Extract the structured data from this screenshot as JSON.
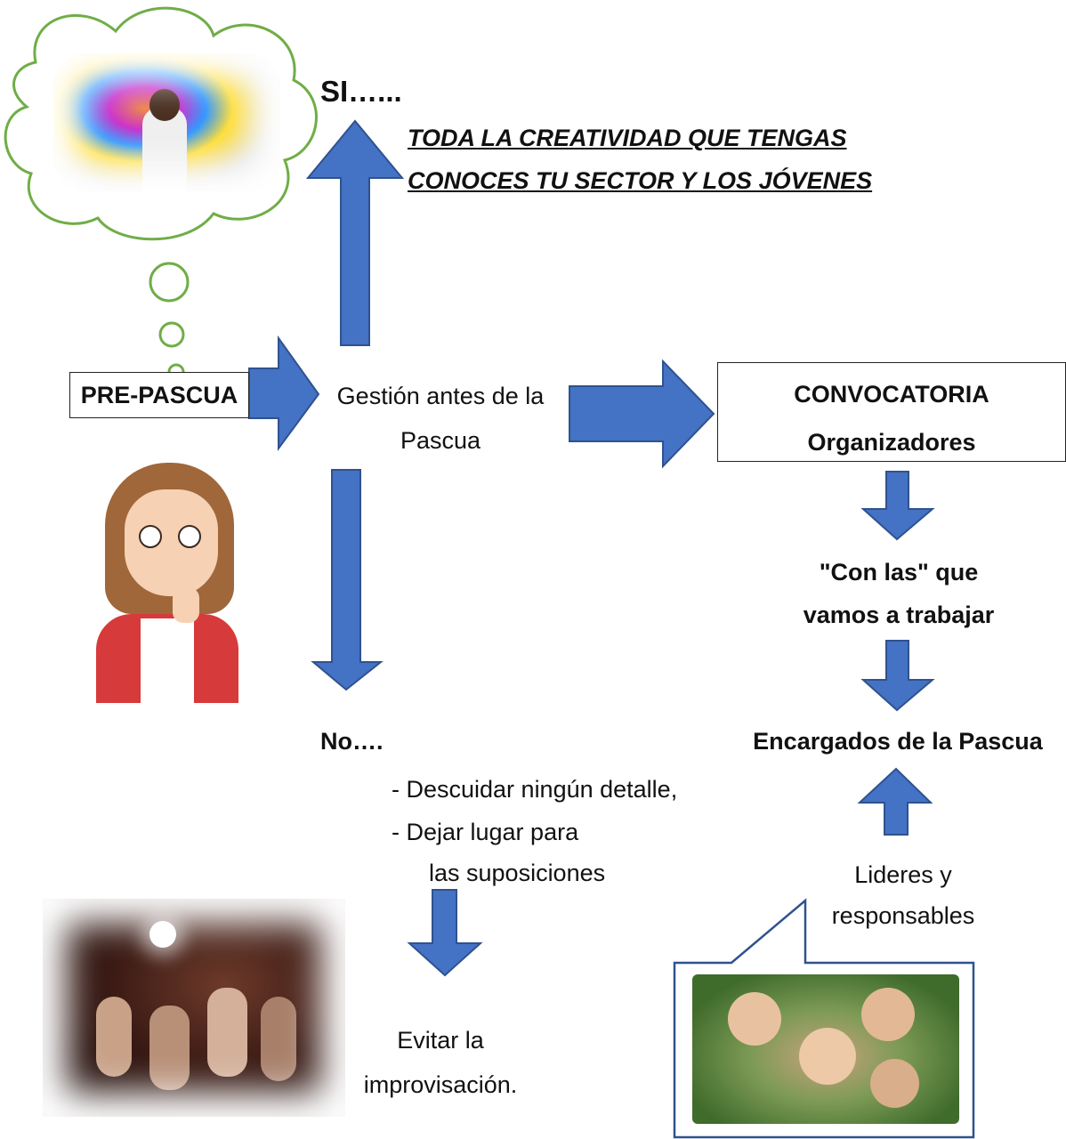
{
  "top": {
    "si_label": "SI…...",
    "line1": "TODA LA CREATIVIDAD QUE TENGAS",
    "line2": "CONOCES TU SECTOR Y LOS JÓVENES"
  },
  "left": {
    "prepascua": "PRE-PASCUA"
  },
  "center": {
    "gestion_line1": "Gestión antes de la",
    "gestion_line2": "Pascua"
  },
  "right": {
    "convocatoria": "CONVOCATORIA",
    "organizadores": "Organizadores",
    "con_las_1": "\"Con las\" que",
    "con_las_2": "vamos a trabajar",
    "encargados": "Encargados de la Pascua",
    "lideres_1": "Lideres y",
    "lideres_2": "responsables"
  },
  "bottom": {
    "no_label": "No….",
    "item1": "- Descuidar ningún detalle,",
    "item2": "- Dejar lugar para",
    "item2b": "las suposiciones",
    "evitar_1": "Evitar la",
    "evitar_2": "improvisación."
  },
  "colors": {
    "arrow_fill": "#4472c4",
    "arrow_stroke": "#2f528f",
    "cloud_stroke": "#70ad47"
  }
}
